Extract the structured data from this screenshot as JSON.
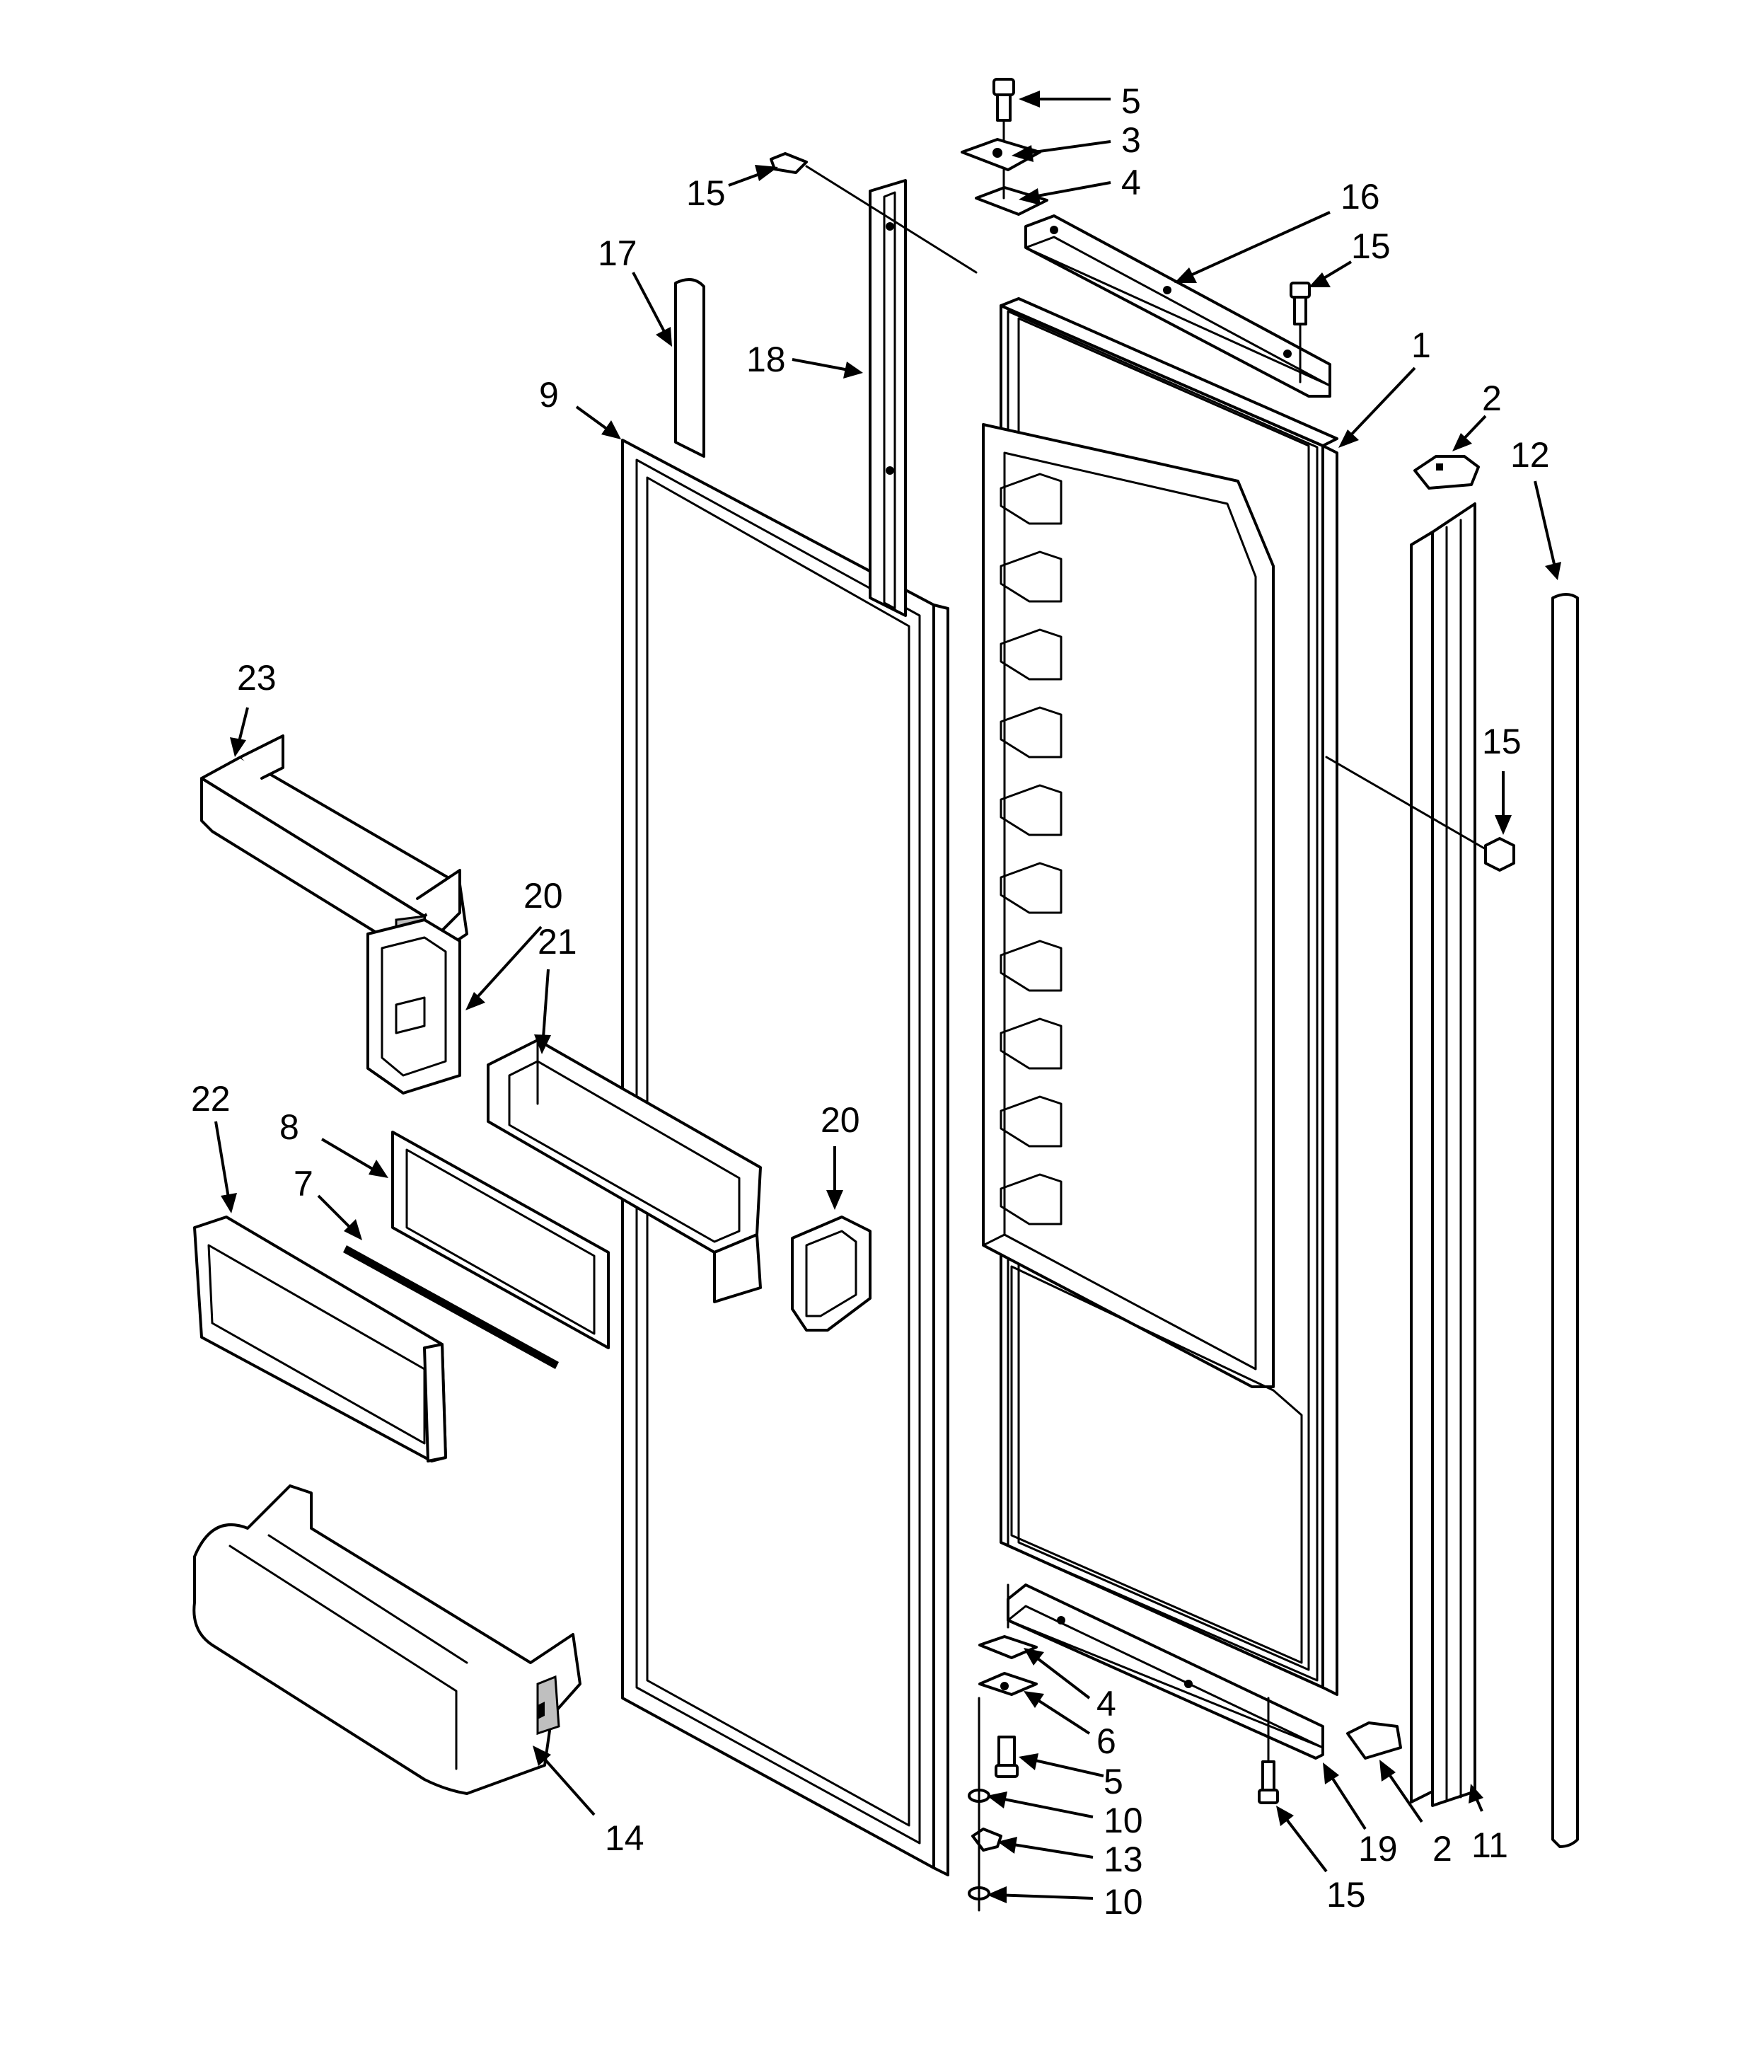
{
  "diagram": {
    "callouts": [
      {
        "id": "c5-top",
        "text": "5"
      },
      {
        "id": "c3",
        "text": "3"
      },
      {
        "id": "c4-top",
        "text": "4"
      },
      {
        "id": "c15-topleft",
        "text": "15"
      },
      {
        "id": "c16",
        "text": "16"
      },
      {
        "id": "c15-topright",
        "text": "15"
      },
      {
        "id": "c17",
        "text": "17"
      },
      {
        "id": "c18",
        "text": "18"
      },
      {
        "id": "c9",
        "text": "9"
      },
      {
        "id": "c1",
        "text": "1"
      },
      {
        "id": "c2-top",
        "text": "2"
      },
      {
        "id": "c12",
        "text": "12"
      },
      {
        "id": "c23",
        "text": "23"
      },
      {
        "id": "c15-right",
        "text": "15"
      },
      {
        "id": "c20-left",
        "text": "20"
      },
      {
        "id": "c21",
        "text": "21"
      },
      {
        "id": "c22",
        "text": "22"
      },
      {
        "id": "c8",
        "text": "8"
      },
      {
        "id": "c20-right",
        "text": "20"
      },
      {
        "id": "c7",
        "text": "7"
      },
      {
        "id": "c4-bottom",
        "text": "4"
      },
      {
        "id": "c6",
        "text": "6"
      },
      {
        "id": "c5-bottom",
        "text": "5"
      },
      {
        "id": "c10-upper",
        "text": "10"
      },
      {
        "id": "c13",
        "text": "13"
      },
      {
        "id": "c10-lower",
        "text": "10"
      },
      {
        "id": "c14",
        "text": "14"
      },
      {
        "id": "c19",
        "text": "19"
      },
      {
        "id": "c2-bottom",
        "text": "2"
      },
      {
        "id": "c11",
        "text": "11"
      },
      {
        "id": "c15-bottom",
        "text": "15"
      }
    ]
  }
}
